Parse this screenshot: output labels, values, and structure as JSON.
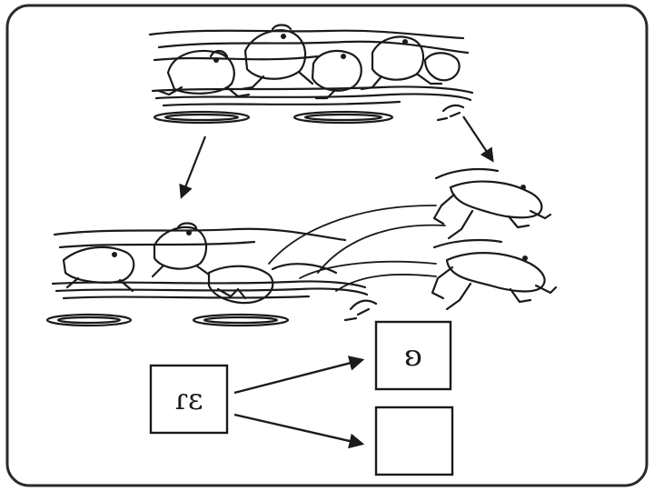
{
  "figure": {
    "frame_color": "#2a2a2a",
    "ink_color": "#1a1a1a",
    "background": "#ffffff"
  },
  "labels": {
    "source_box": "ɾɛ",
    "upper_result_box": "ʚ",
    "lower_result_box": ""
  },
  "icons": {
    "top_scene": "frogs-on-lily-pads-illustration",
    "middle_scene": "frogs-on-lily-pads-illustration",
    "leaping_frogs": "leaping-frogs-illustration"
  }
}
